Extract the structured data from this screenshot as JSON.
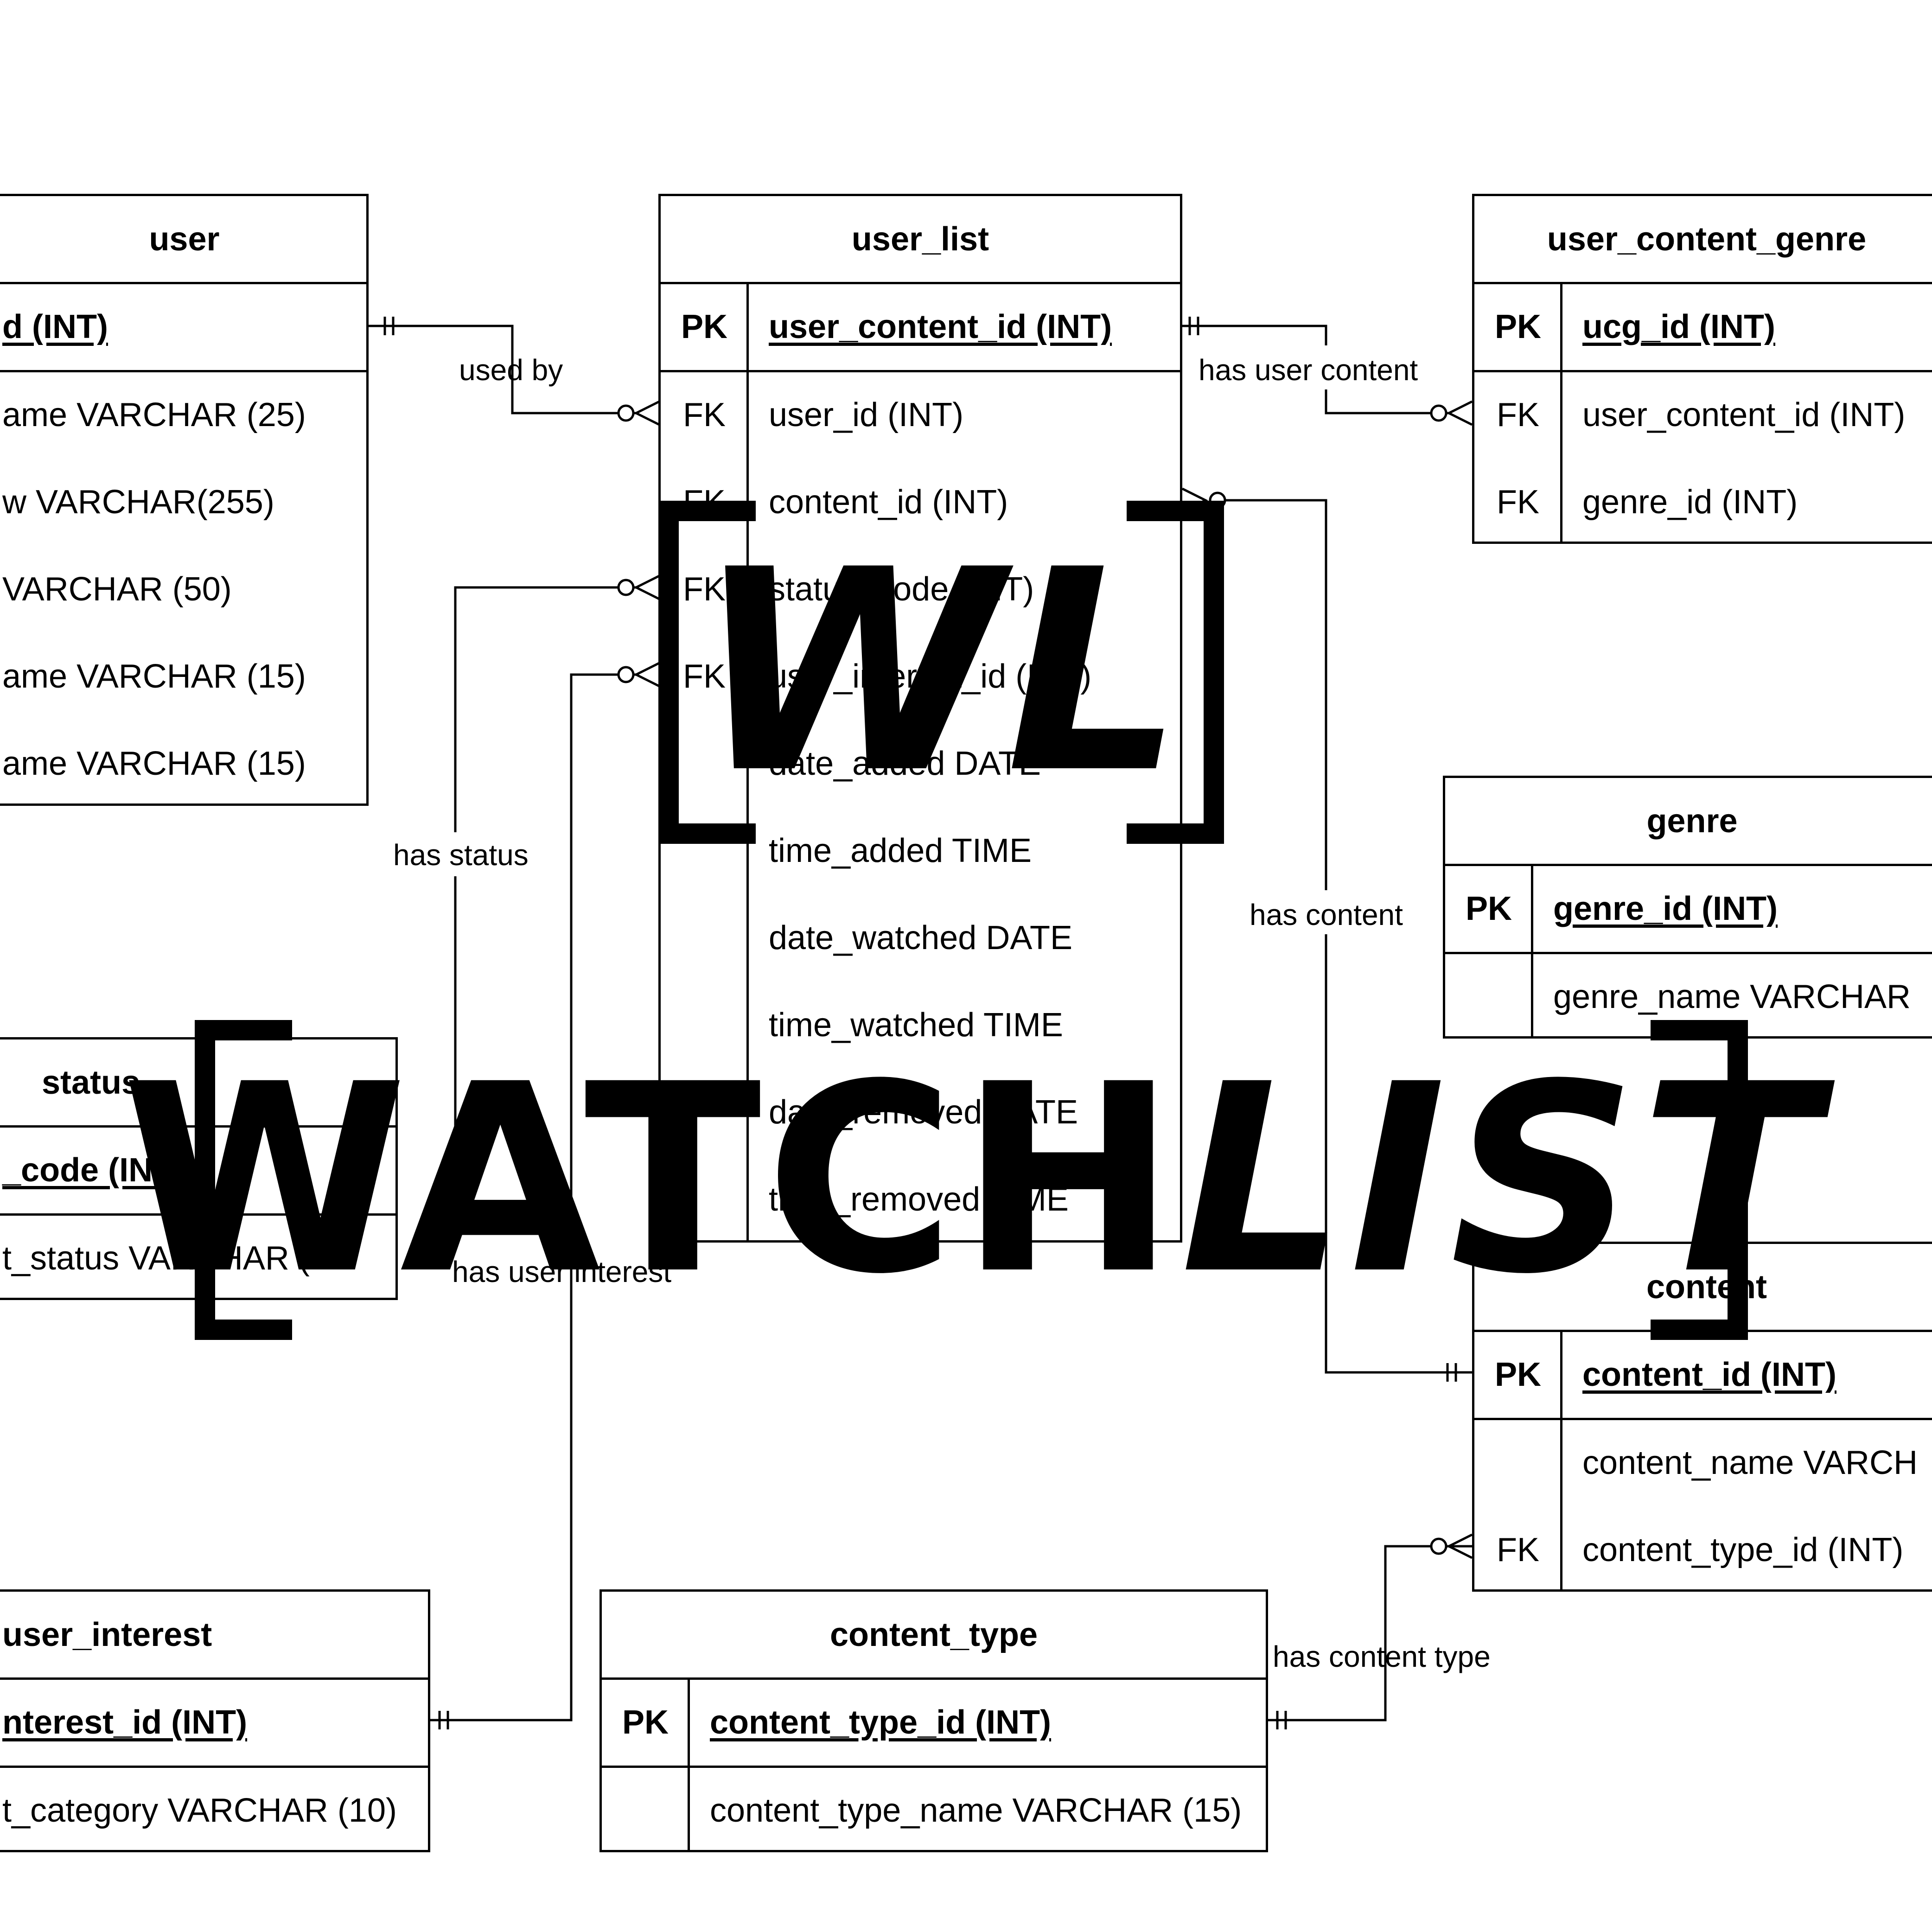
{
  "entities": {
    "user": {
      "title": "user",
      "rows": [
        {
          "key": "",
          "field": "d (INT)"
        },
        {
          "key": "",
          "field": "ame VARCHAR (25)"
        },
        {
          "key": "",
          "field": "w VARCHAR(255)"
        },
        {
          "key": "",
          "field": "VARCHAR (50)"
        },
        {
          "key": "",
          "field": "ame VARCHAR (15)"
        },
        {
          "key": "",
          "field": "ame VARCHAR (15)"
        }
      ]
    },
    "user_list": {
      "title": "user_list",
      "rows": [
        {
          "key": "PK",
          "field": "user_content_id (INT)"
        },
        {
          "key": "FK",
          "field": "user_id (INT)"
        },
        {
          "key": "FK",
          "field": "content_id (INT)"
        },
        {
          "key": "FK",
          "field": "status_code (INT)"
        },
        {
          "key": "FK",
          "field": "user_interest_id (INT)"
        },
        {
          "key": "",
          "field": "date_added DATE"
        },
        {
          "key": "",
          "field": "time_added TIME"
        },
        {
          "key": "",
          "field": "date_watched DATE"
        },
        {
          "key": "",
          "field": "time_watched TIME"
        },
        {
          "key": "",
          "field": "date_removed DATE"
        },
        {
          "key": "",
          "field": "time_removed TIME"
        }
      ]
    },
    "user_content_genre": {
      "title": "user_content_genre",
      "rows": [
        {
          "key": "PK",
          "field": "ucg_id (INT)"
        },
        {
          "key": "FK",
          "field": "user_content_id (INT)"
        },
        {
          "key": "FK",
          "field": "genre_id (INT)"
        }
      ]
    },
    "genre": {
      "title": "genre",
      "rows": [
        {
          "key": "PK",
          "field": "genre_id (INT)"
        },
        {
          "key": "",
          "field": "genre_name VARCHAR"
        }
      ]
    },
    "status": {
      "title": "status",
      "rows": [
        {
          "key": "",
          "field": "_code (INT)"
        },
        {
          "key": "",
          "field": "t_status VARCHAR (1"
        }
      ]
    },
    "content": {
      "title": "content",
      "rows": [
        {
          "key": "PK",
          "field": "content_id (INT)"
        },
        {
          "key": "",
          "field": "content_name VARCH"
        },
        {
          "key": "FK",
          "field": "content_type_id (INT)"
        }
      ]
    },
    "user_interest": {
      "title": "user_interest",
      "rows": [
        {
          "key": "",
          "field": "nterest_id (INT)"
        },
        {
          "key": "",
          "field": "t_category VARCHAR (10)"
        }
      ]
    },
    "content_type": {
      "title": "content_type",
      "rows": [
        {
          "key": "PK",
          "field": "content_type_id (INT)"
        },
        {
          "key": "",
          "field": "content_type_name VARCHAR (15)"
        }
      ]
    }
  },
  "relationships": {
    "used_by": "used by",
    "has_user_content": "has user content",
    "has_status": "has status",
    "has_content": "has content",
    "has_user_interest": "has user interest",
    "has_content_type": "has content type"
  },
  "logo": {
    "small_text": "WL",
    "big_text_a": "WATCH",
    "big_text_b": "LIST"
  }
}
